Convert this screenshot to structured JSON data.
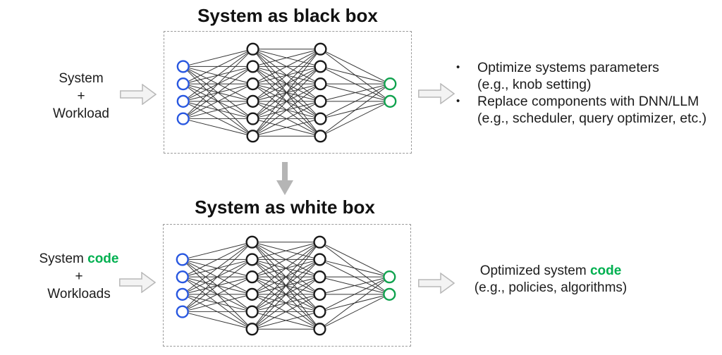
{
  "colors": {
    "text": "#1c1c1c",
    "title": "#111111",
    "accent_green_text": "#00b050",
    "node_blue": "#2857e0",
    "node_black": "#1a1a1a",
    "node_green": "#10a24e",
    "edge": "#333333",
    "block_arrow_fill": "#f3f3f3",
    "block_arrow_stroke": "#b8b8b8",
    "down_arrow_fill": "#b5b5b5",
    "dashed_border": "#9b9b9b"
  },
  "network": {
    "layers": [
      4,
      6,
      6,
      2
    ],
    "node_colors": [
      "blue",
      "black",
      "black",
      "green"
    ]
  },
  "top": {
    "title": "System as black box",
    "input": {
      "line1": "System",
      "line2": "+",
      "line3": "Workload"
    },
    "bullets": [
      {
        "line1": "Optimize systems parameters",
        "line2": "(e.g., knob setting)"
      },
      {
        "line1": "Replace components with DNN/LLM",
        "line2": "(e.g., scheduler, query optimizer, etc.)"
      }
    ],
    "bullet_marker": "•"
  },
  "bottom": {
    "title": "System as white box",
    "input": {
      "line1_plain": "System ",
      "line1_highlight": "code",
      "line2": "+",
      "line3": "Workloads"
    },
    "output": {
      "line1_plain": "Optimized system ",
      "line1_highlight": "code",
      "line2": "(e.g., policies, algorithms)"
    }
  }
}
